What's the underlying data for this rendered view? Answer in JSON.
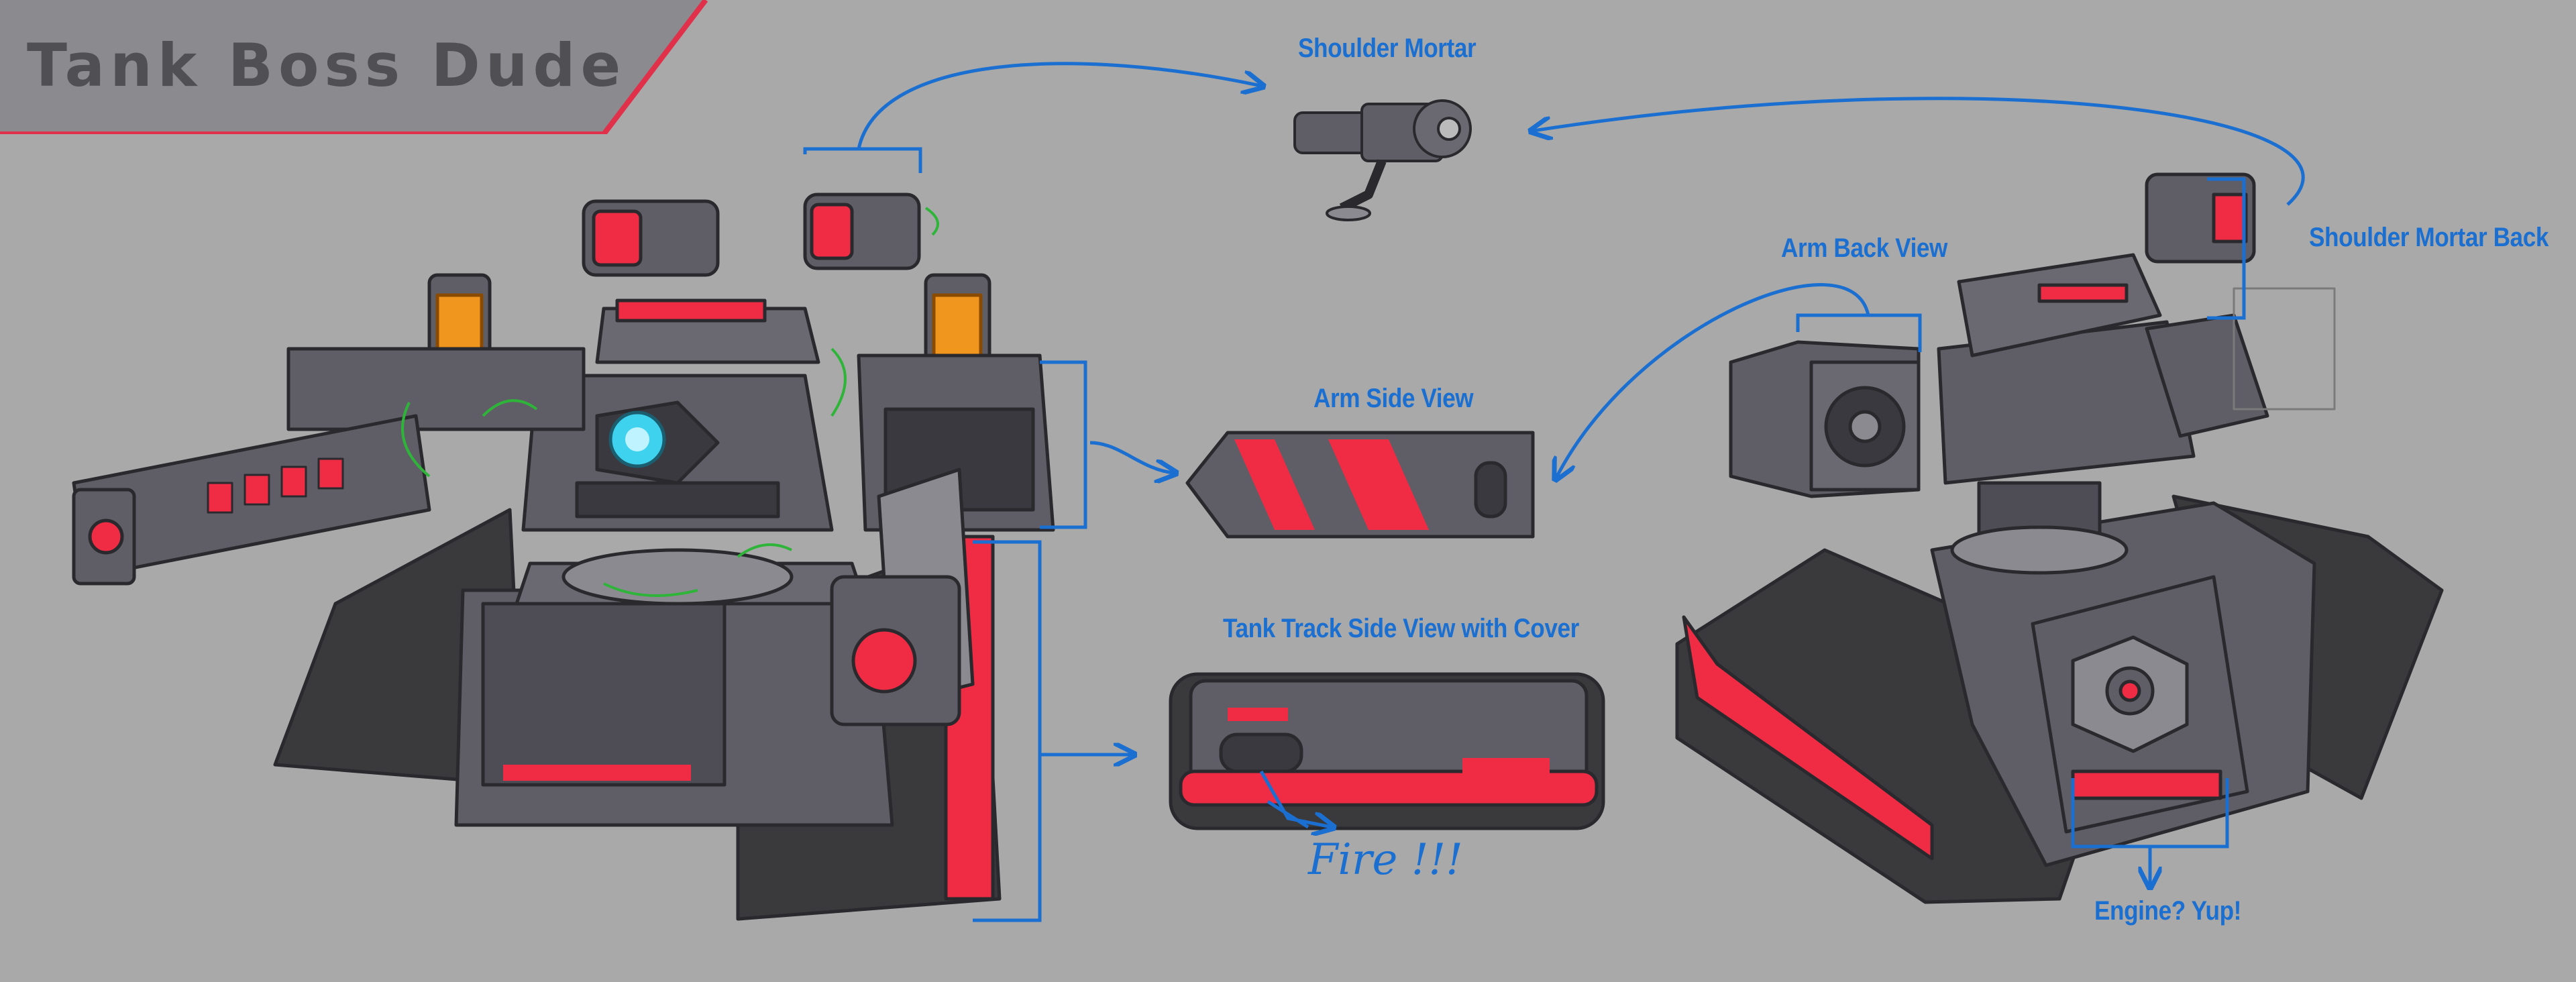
{
  "title": "Tank Boss Dude",
  "labels": {
    "shoulder_mortar": "Shoulder Mortar",
    "shoulder_mortar_back": "Shoulder Mortar Back",
    "arm_back_view": "Arm Back View",
    "arm_side_view": "Arm Side View",
    "tank_track_side_view": "Tank Track Side View with Cover",
    "fire": "Fire !!!",
    "engine": "Engine? Yup!"
  },
  "colors": {
    "background": "#a9a9a9",
    "banner": "#8a8a8f",
    "banner_accent": "#e0304a",
    "metal": "#5f5e66",
    "metal_dark": "#3a393f",
    "track": "#3f3f42",
    "accent_red": "#ef2c44",
    "annotation_blue": "#1a6fd0",
    "rotation_green": "#2fb43a",
    "core_cyan": "#3fd2ee",
    "spark_orange": "#f0951e"
  }
}
